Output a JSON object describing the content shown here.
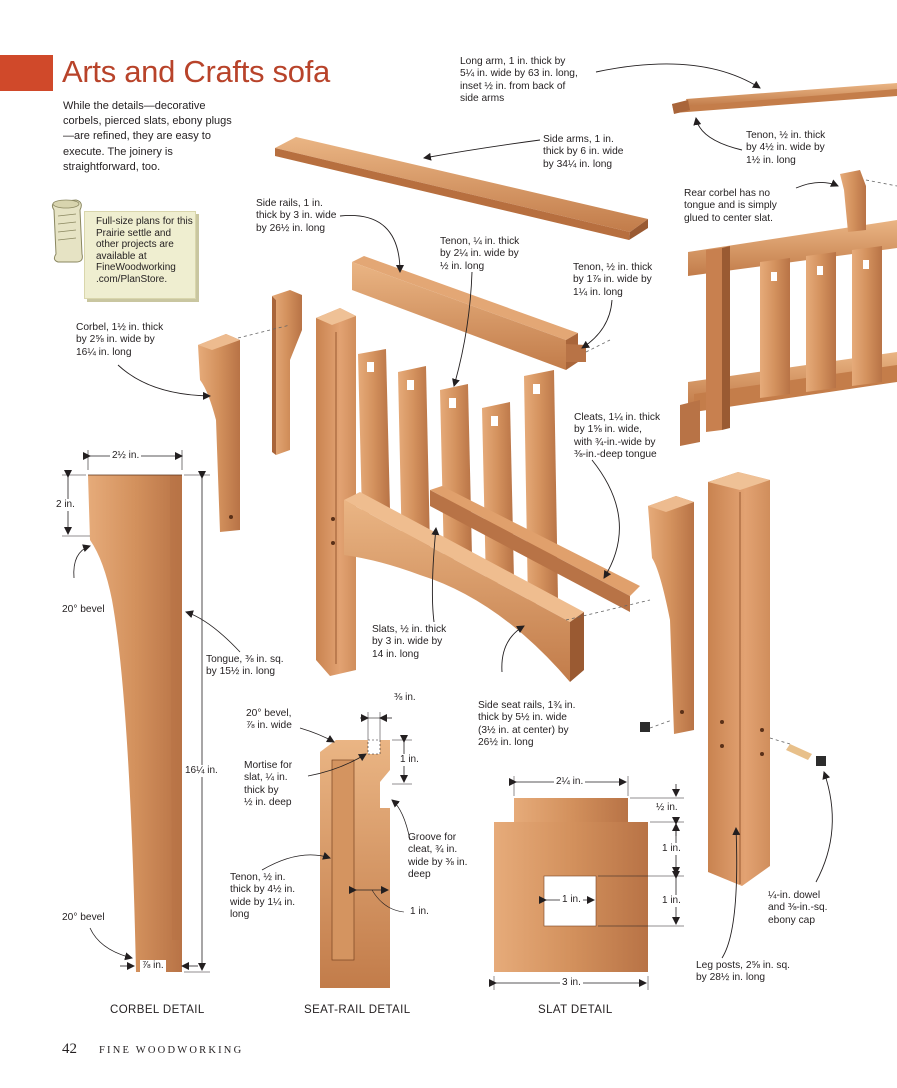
{
  "header": {
    "title": "Arts and Crafts sofa",
    "intro": "While the details—decorative corbels, pierced slats, ebony plugs—are refined, they are easy to execute. The joinery is straightforward, too."
  },
  "plans_callout": {
    "text": "Full-size plans for this Prairie settle and other projects are available at FineWoodworking .com/PlanStore.",
    "icon": "rolled-plans-icon"
  },
  "labels": {
    "long_arm": "Long arm, 1 in. thick by\n5¼ in. wide by 63 in. long,\ninset ½ in. from back of\nside arms",
    "tenon_long_arm": "Tenon, ½ in. thick\nby 4½ in. wide by\n1½ in. long",
    "side_arms": "Side arms, 1 in.\nthick by 6 in. wide\nby 34¼ in. long",
    "rear_corbel": "Rear corbel has no\ntongue and is simply\nglued to center slat.",
    "side_rails": "Side rails, 1 in.\nthick by 3 in. wide\nby 26½ in. long",
    "tenon_slats": "Tenon, ¼ in. thick\nby 2¼ in. wide by\n½ in. long",
    "tenon_side_rail": "Tenon, ½ in. thick\nby 1⅞ in. wide by\n1¼ in. long",
    "corbel": "Corbel, 1½ in. thick\nby 2⅝ in. wide by\n16¼ in. long",
    "cleats": "Cleats, 1¼ in. thick\nby 1⅝ in. wide,\nwith ¾-in.-wide by\n⅜-in.-deep tongue",
    "slats": "Slats, ½ in. thick\nby 3 in. wide by\n14 in. long",
    "side_seat_rails": "Side seat rails, 1¾ in.\nthick by 5½ in. wide\n(3½ in. at center) by\n26½ in. long",
    "leg_posts": "Leg posts, 2⅝ in. sq.\nby 28½ in. long",
    "dowel_cap": "¼-in. dowel\nand ⅜-in.-sq.\nebony cap"
  },
  "corbel_detail": {
    "caption": "CORBEL DETAIL",
    "width_top": "2½ in.",
    "top_height": "2 in.",
    "bevel_top": "20° bevel",
    "tongue": "Tongue, ⅜ in. sq.\nby 15½ in. long",
    "height": "16¼ in.",
    "bevel_bottom": "20° bevel",
    "bottom_width": "⅞ in."
  },
  "seat_rail_detail": {
    "caption": "SEAT-RAIL DETAIL",
    "top_gap": "⅜ in.",
    "bevel": "20° bevel,\n⅞ in. wide",
    "mortise": "Mortise for\nslat, ¼ in.\nthick by\n½ in. deep",
    "depth": "1 in.",
    "groove": "Groove for\ncleat, ¾ in.\nwide by ⅜ in.\ndeep",
    "tenon": "Tenon, ½ in.\nthick by 4½ in.\nwide by 1¼ in.\nlong",
    "tenon_offset": "1 in."
  },
  "slat_detail": {
    "caption": "SLAT DETAIL",
    "top_width": "2¼ in.",
    "top_height": "½ in.",
    "gap_1": "1 in.",
    "gap_2": "1 in.",
    "square": "1 in.",
    "width": "3 in."
  },
  "footer": {
    "page_number": "42",
    "magazine": "FINE WOODWORKING"
  },
  "colors": {
    "accent": "#d0492a",
    "title": "#b8432a",
    "wood_light": "#d99a67",
    "wood_mid": "#c8804f",
    "wood_dark": "#9a5a32",
    "callout_bg": "#efeed0"
  }
}
